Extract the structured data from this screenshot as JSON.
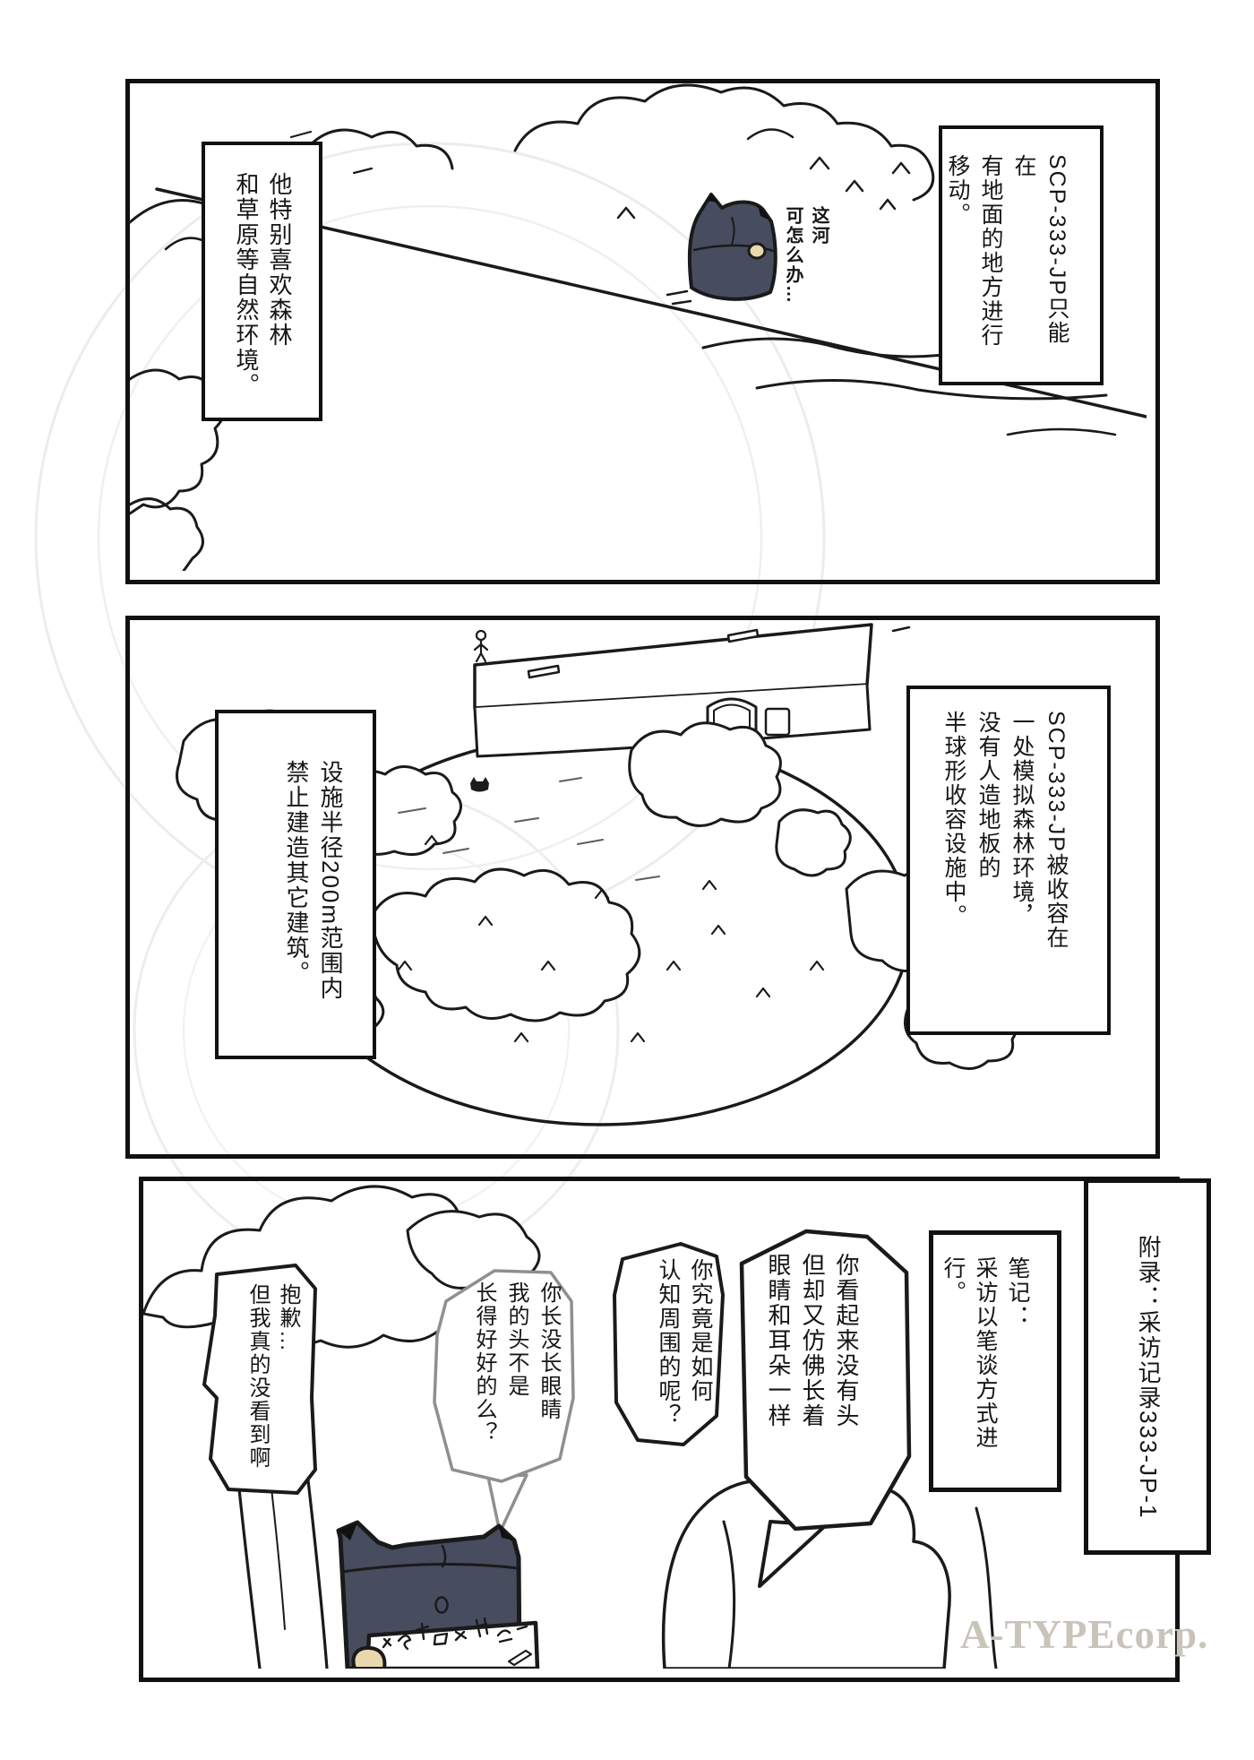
{
  "page": {
    "watermark": "A-TYPEcorp."
  },
  "colors": {
    "ink": "#1a1a1a",
    "creature_body": "#474c5e",
    "creature_paw": "#e9d7ae",
    "reply_bubble_outline": "#8f8f8f",
    "watermark_text": "#c9c4ba",
    "emblem_watermark": "#ececec"
  },
  "panel1": {
    "narration_right": {
      "lines": [
        "SCP-333-JP只能在",
        "有地面的地方进行移动。"
      ]
    },
    "narration_left": {
      "lines": [
        "他特别喜欢森林",
        "和草原等自然环境。"
      ]
    },
    "creature_thought": {
      "lines": [
        "这河",
        "可怎么办…"
      ]
    }
  },
  "panel2": {
    "narration_right": {
      "lines": [
        "SCP-333-JP被收容在",
        "一处模拟森林环境，",
        "没有人造地板的",
        "半球形收容设施中。"
      ]
    },
    "narration_left": {
      "lines": [
        "设施半径200m范围内",
        "禁止建造其它建筑。"
      ]
    }
  },
  "panel3": {
    "appendix_box": {
      "lines": [
        "附录：采访记录333-JP-1"
      ]
    },
    "note_box": {
      "lines": [
        "笔记：",
        "采访以笔谈方式进行。"
      ]
    },
    "bubble_question_1": {
      "lines": [
        "你看起来没有头",
        "但却又仿佛长着",
        "眼睛和耳朵一样"
      ]
    },
    "bubble_question_2": {
      "lines": [
        "你究竟是如何",
        "认知周围的呢？"
      ]
    },
    "bubble_written_reply": {
      "lines": [
        "你长没长眼睛",
        "我的头不是",
        "长得好好的么？"
      ]
    },
    "bubble_sorry": {
      "lines": [
        "抱歉…",
        "但我真的没看到啊"
      ]
    }
  }
}
